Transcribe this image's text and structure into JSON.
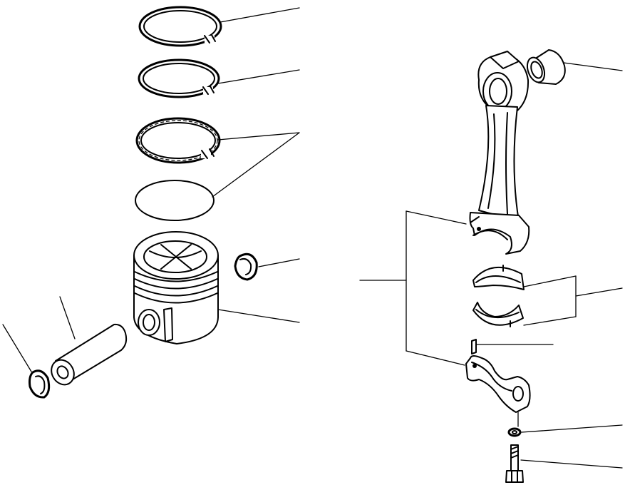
{
  "figure": {
    "title": "",
    "background_color": "#ffffff",
    "line_color": "#000000",
    "parts": [
      "top-ring",
      "second-ring",
      "oil-ring",
      "oil-ring-expander",
      "piston",
      "piston-pin-snap-ring-right",
      "piston-pin",
      "piston-pin-snap-ring-left",
      "connecting-rod",
      "small-end-bushing",
      "connecting-rod-bearing-upper",
      "connecting-rod-bearing-lower",
      "dowel-pin",
      "connecting-rod-cap",
      "washer",
      "connecting-rod-bolt"
    ],
    "callout_labels": []
  }
}
